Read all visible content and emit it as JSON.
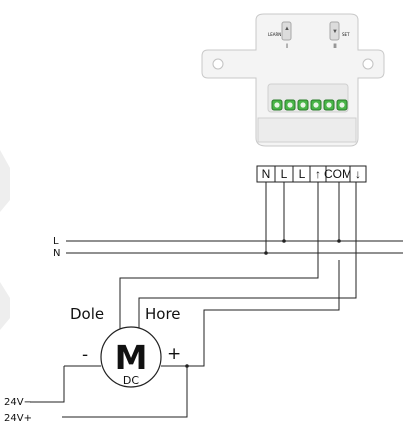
{
  "device": {
    "learn_label": "LEARN",
    "set_label": "SET",
    "learn_roman": "I",
    "set_roman": "II",
    "terminals": [
      "N",
      "L",
      "L",
      "↑",
      "COM",
      "↓"
    ]
  },
  "lines": {
    "l": "L",
    "n": "N"
  },
  "motor": {
    "symbol": "M",
    "type": "DC",
    "minus": "-",
    "plus": "+"
  },
  "labels": {
    "down": "Dole",
    "up": "Hore"
  },
  "supply": {
    "minus": "24V−",
    "plus": "24V+"
  }
}
